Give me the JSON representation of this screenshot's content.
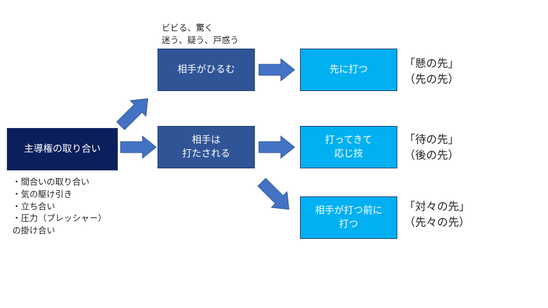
{
  "diagram": {
    "root": {
      "text": "主導権の取り合い"
    },
    "root_notes": "・間合いの取り合い\n・気の駆け引き\n・立ち合い\n・圧力（プレッシャー）\nの掛け合い",
    "top_note": "ビビる、驚く\n迷う、疑う、戸惑う",
    "middle": [
      {
        "text": "相手がひるむ"
      },
      {
        "text": "相手は\n打たされる"
      }
    ],
    "leaves": [
      {
        "text": "先に打つ"
      },
      {
        "text": "打ってきて\n応じ技"
      },
      {
        "text": "相手が打つ前に\n打つ"
      }
    ],
    "labels": [
      {
        "text": "「懸の先」\n（先の先）"
      },
      {
        "text": "「待の先」\n（後の先）"
      },
      {
        "text": "「対々の先」\n（先々の先）"
      }
    ],
    "colors": {
      "root": "#0a1f5c",
      "middle": "#2f5597",
      "leaf": "#00b0f0",
      "arrow": "#4472c4"
    }
  }
}
